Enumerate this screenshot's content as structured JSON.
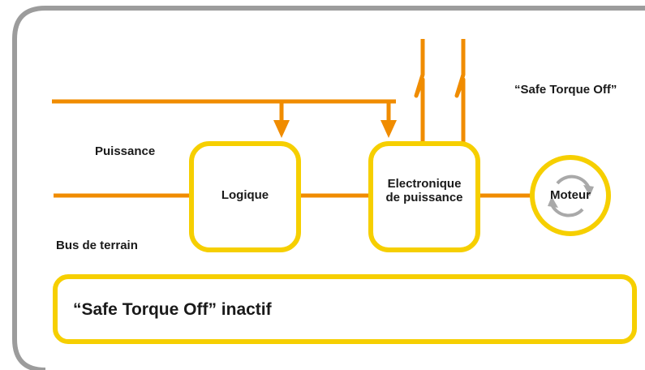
{
  "labels": {
    "power": "Puissance",
    "fieldbus": "Bus de terrain",
    "sto": "“Safe Torque Off”",
    "logic": "Logique",
    "power_electronics_line1": "Electronique",
    "power_electronics_line2": "de puissance",
    "motor": "Moteur",
    "status": "“Safe Torque Off” inactif"
  },
  "colors": {
    "line": "#f08c00",
    "box_border": "#f6cf00",
    "frame": "#9c9c9c",
    "rotation_icon": "#a9a9a9",
    "text": "#1a1a1a"
  }
}
